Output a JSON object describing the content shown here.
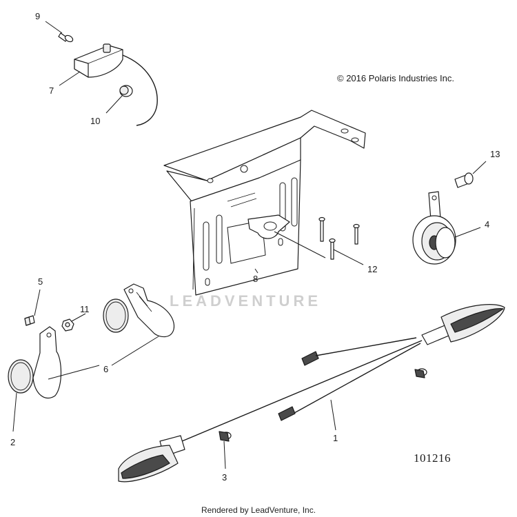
{
  "copyright": "© 2016  Polaris Industries Inc.",
  "diagram_number": "101216",
  "watermark": "LEADVENTURE",
  "footer": "Rendered by LeadVenture, Inc.",
  "callouts": {
    "c1": "1",
    "c2": "2",
    "c3": "3",
    "c4": "4",
    "c5": "5",
    "c6": "6",
    "c7": "7",
    "c8": "8",
    "c9": "9",
    "c10": "10",
    "c11": "11",
    "c12": "12",
    "c13": "13"
  }
}
